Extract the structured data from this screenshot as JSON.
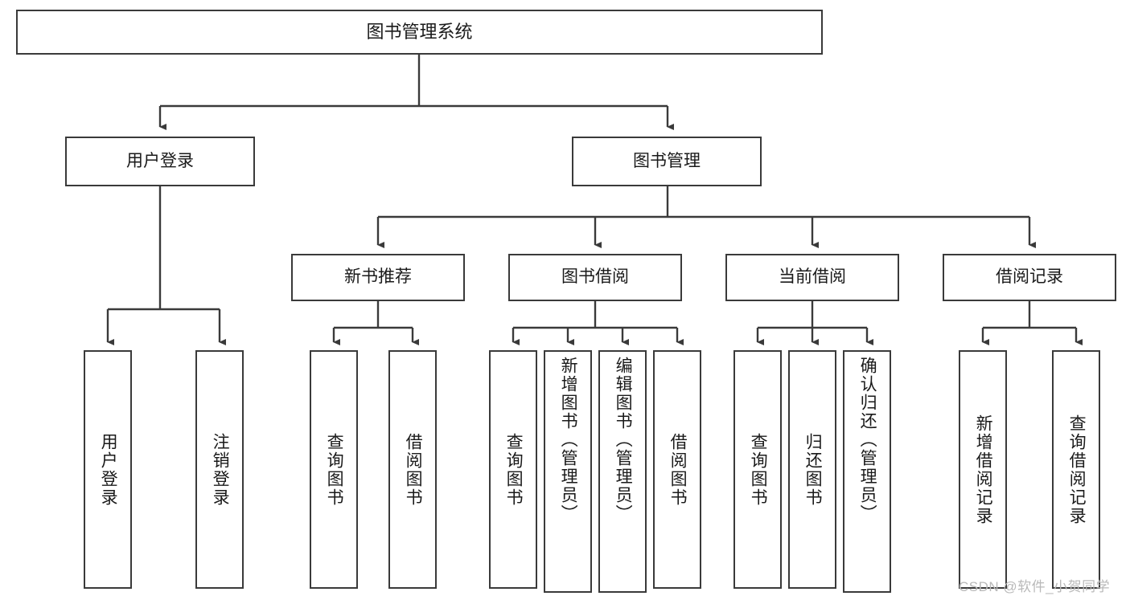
{
  "diagram": {
    "title": "图书管理系统",
    "type": "功能结构图",
    "watermark": "CSDN @软件_小贺同学",
    "colors": {
      "border": "#3a3a3a",
      "text": "#1a1a1a",
      "background": "#ffffff",
      "watermark": "#b9b9b9"
    },
    "root": {
      "label": "图书管理系统"
    },
    "level2": [
      {
        "label": "用户登录"
      },
      {
        "label": "图书管理"
      }
    ],
    "level3": [
      {
        "label": "新书推荐"
      },
      {
        "label": "图书借阅"
      },
      {
        "label": "当前借阅"
      },
      {
        "label": "借阅记录"
      }
    ],
    "leaves": {
      "user_login": [
        {
          "label": "用户登录"
        },
        {
          "label": "注销登录"
        }
      ],
      "new_book_recommend": [
        {
          "label": "查询图书"
        },
        {
          "label": "借阅图书"
        }
      ],
      "book_borrow": [
        {
          "label": "查询图书"
        },
        {
          "label": "新增图书（管理员）"
        },
        {
          "label": "编辑图书（管理员）"
        },
        {
          "label": "借阅图书"
        }
      ],
      "current_borrow": [
        {
          "label": "查询图书"
        },
        {
          "label": "归还图书"
        },
        {
          "label": "确认归还（管理员）"
        }
      ],
      "borrow_record": [
        {
          "label": "新增借阅记录"
        },
        {
          "label": "查询借阅记录"
        }
      ]
    }
  }
}
